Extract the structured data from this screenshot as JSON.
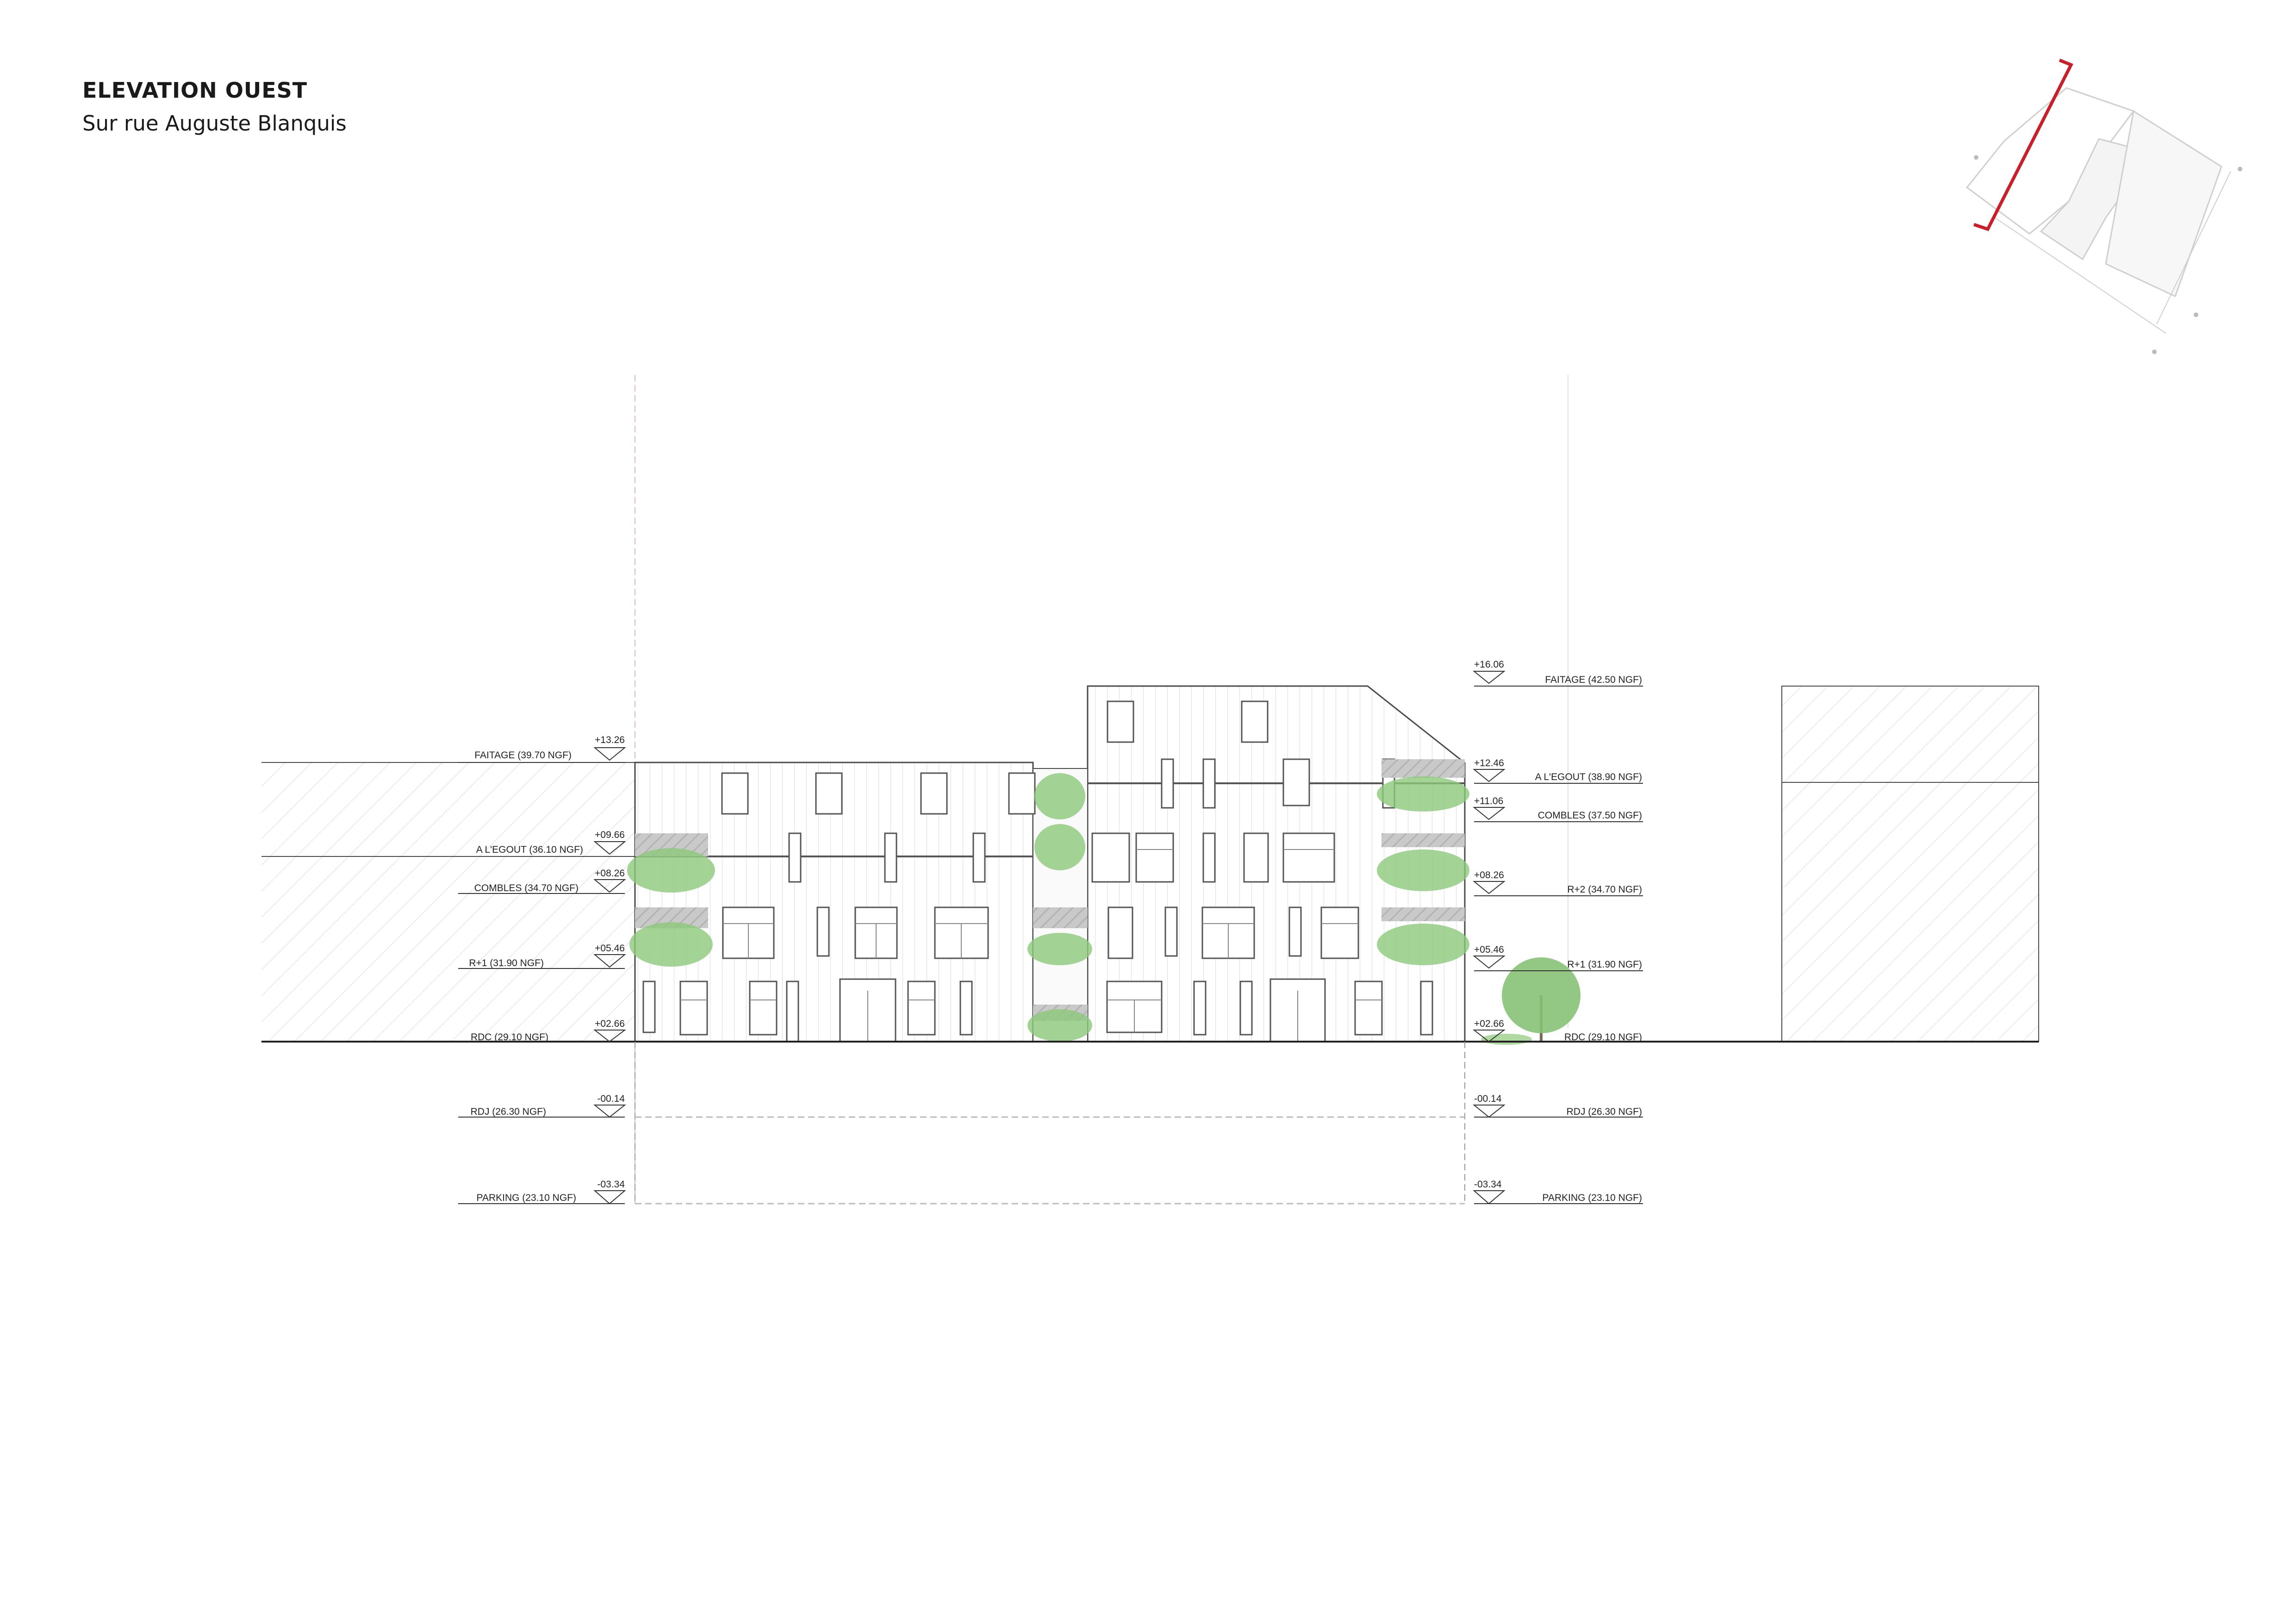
{
  "header": {
    "title": "ELEVATION OUEST",
    "subtitle": "Sur rue Auguste Blanquis"
  },
  "colors": {
    "accent_red": "#c8202a",
    "line": "#3a3a3a",
    "vegetation": "#7bbf6a"
  },
  "levels_left": [
    {
      "key": "faitage",
      "elev": "+13.26",
      "label": "FAITAGE (39.70 NGF)"
    },
    {
      "key": "egout",
      "elev": "+09.66",
      "label": "A L'EGOUT (36.10 NGF)"
    },
    {
      "key": "combles",
      "elev": "+08.26",
      "label": "COMBLES (34.70 NGF)"
    },
    {
      "key": "r1",
      "elev": "+05.46",
      "label": "R+1 (31.90 NGF)"
    },
    {
      "key": "rdc",
      "elev": "+02.66",
      "label": "RDC (29.10 NGF)"
    },
    {
      "key": "rdj",
      "elev": "-00.14",
      "label": "RDJ (26.30 NGF)"
    },
    {
      "key": "parking",
      "elev": "-03.34",
      "label": "PARKING (23.10 NGF)"
    }
  ],
  "levels_right": [
    {
      "key": "faitage",
      "elev": "+16.06",
      "label": "FAITAGE (42.50 NGF)"
    },
    {
      "key": "egout",
      "elev": "+12.46",
      "label": "A L'EGOUT (38.90 NGF)"
    },
    {
      "key": "combles",
      "elev": "+11.06",
      "label": "COMBLES (37.50 NGF)"
    },
    {
      "key": "r2",
      "elev": "+08.26",
      "label": "R+2 (34.70 NGF)"
    },
    {
      "key": "r1",
      "elev": "+05.46",
      "label": "R+1 (31.90 NGF)"
    },
    {
      "key": "rdc",
      "elev": "+02.66",
      "label": "RDC (29.10 NGF)"
    },
    {
      "key": "rdj",
      "elev": "-00.14",
      "label": "RDJ (26.30 NGF)"
    },
    {
      "key": "parking",
      "elev": "-03.34",
      "label": "PARKING (23.10 NGF)"
    }
  ]
}
